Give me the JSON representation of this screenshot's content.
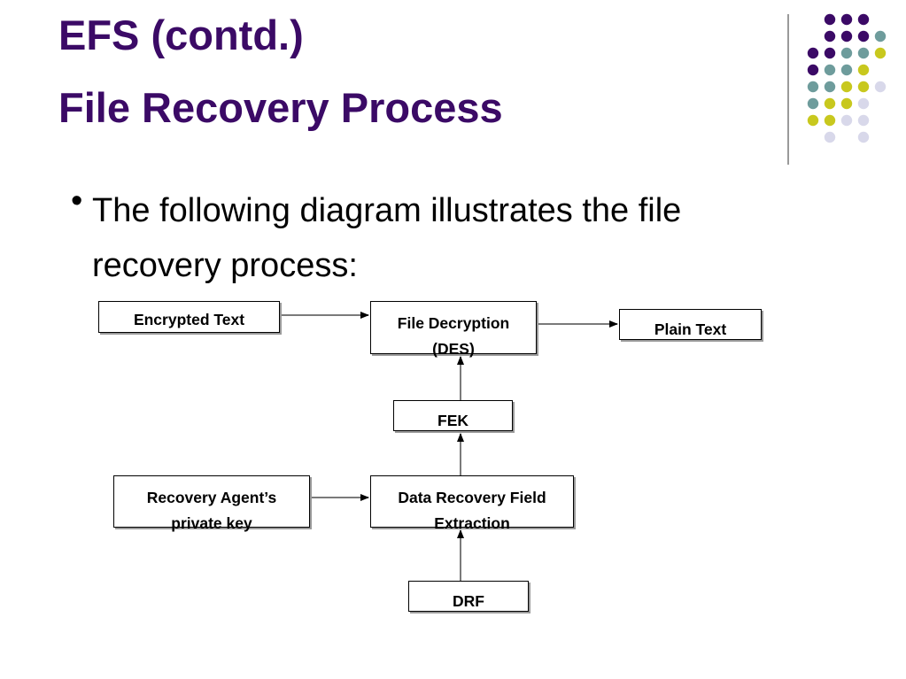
{
  "slide": {
    "title_line1": "EFS (contd.)",
    "title_line2": "File Recovery Process",
    "bullet_text": "The following diagram illustrates the file recovery process:",
    "title_color": "#3b0a66"
  },
  "decoration": {
    "dot_colors": [
      "#3b0a66",
      "#6e9c9c",
      "#c8c81e",
      "#d8d8ea"
    ]
  },
  "diagram": {
    "nodes": {
      "encrypted_text": "Encrypted Text",
      "file_decryption": [
        "File Decryption",
        "(DES)"
      ],
      "plain_text": "Plain Text",
      "fek": "FEK",
      "recovery_agent_key": [
        "Recovery Agent’s",
        "private key"
      ],
      "drf_extraction": [
        "Data Recovery Field",
        "Extraction"
      ],
      "drf": "DRF"
    },
    "edges": [
      {
        "from": "encrypted_text",
        "to": "file_decryption"
      },
      {
        "from": "file_decryption",
        "to": "plain_text"
      },
      {
        "from": "fek",
        "to": "file_decryption"
      },
      {
        "from": "drf_extraction",
        "to": "fek"
      },
      {
        "from": "recovery_agent_key",
        "to": "drf_extraction"
      },
      {
        "from": "drf",
        "to": "drf_extraction"
      }
    ]
  }
}
